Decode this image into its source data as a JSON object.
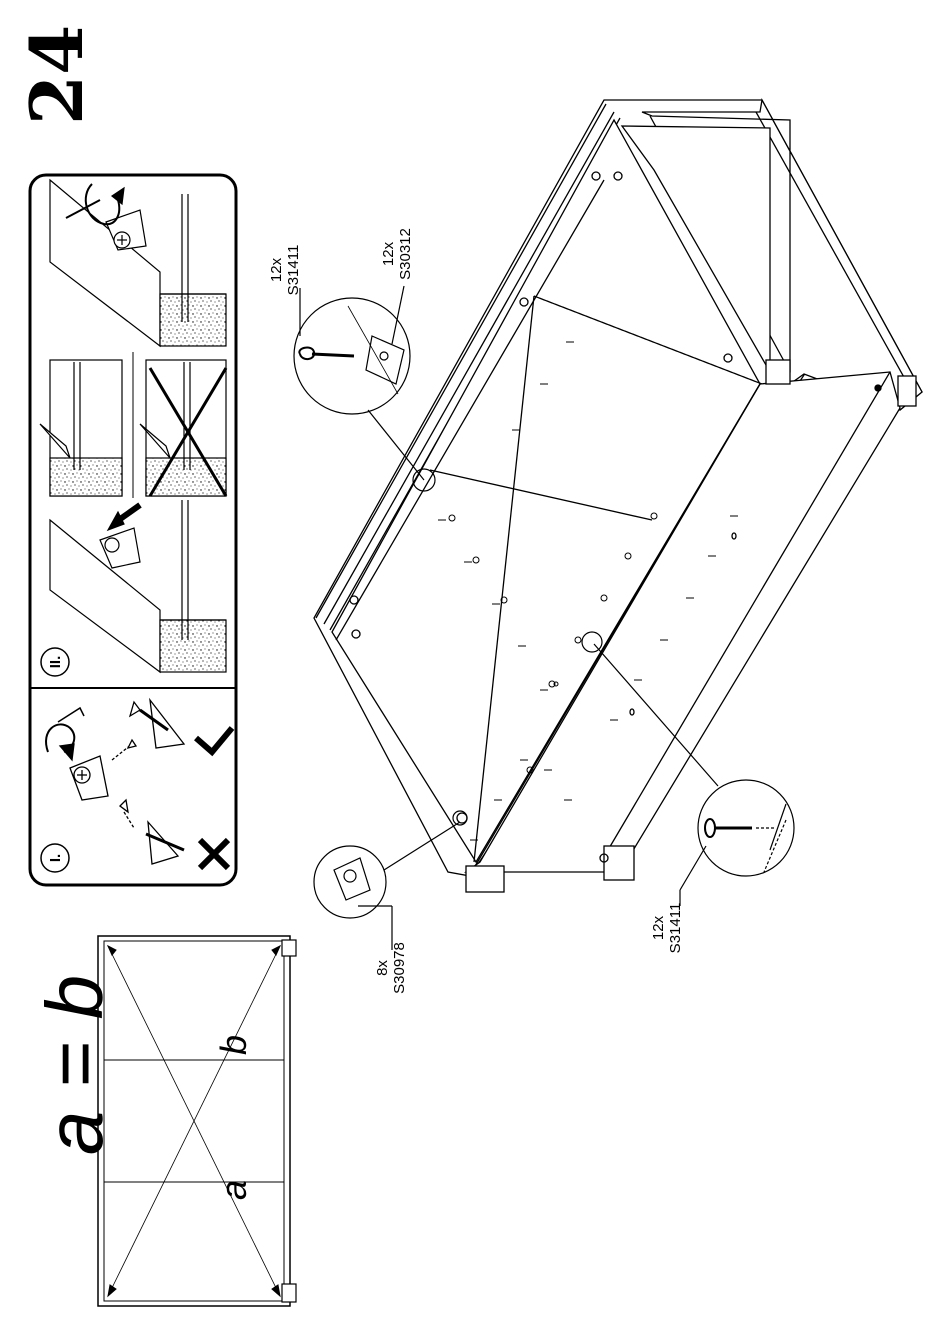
{
  "step": {
    "number": "24"
  },
  "squareness": {
    "equation": "a = b",
    "label_a": "a",
    "label_b": "b"
  },
  "detail_box": {
    "panel_1_label": "I.",
    "panel_2_label": "II."
  },
  "parts": [
    {
      "qty": "8x",
      "code": "S30978"
    },
    {
      "qty": "12x",
      "code": "S31411"
    },
    {
      "qty": "12x",
      "code": "S30312"
    },
    {
      "qty": "12x",
      "code": "S31411"
    }
  ]
}
